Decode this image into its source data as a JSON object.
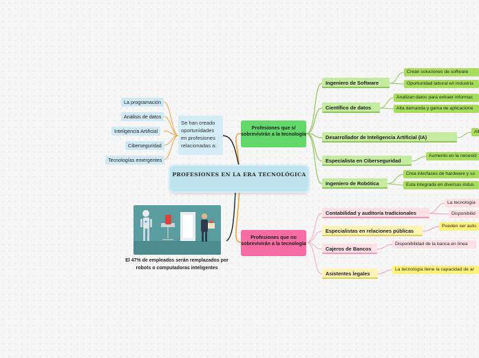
{
  "center": "PROFESIONES EN LA ERA TECNOLÓGICA",
  "opportunities": {
    "text": "Se han creado oportunidades en profesiones relacionadas a:",
    "items": [
      "La programación",
      "Análisis de datos",
      "Inteligencia Artificial",
      "Ciberseguridad",
      "Tecnologías emergentes"
    ]
  },
  "illustration": {
    "caption": "El 47% de empleados serán remplazados por robots o computadoras inteligentes"
  },
  "survive": {
    "title": "Profesiones que sí sobrevivirán a la tecnología",
    "children": [
      {
        "label": "Ingeniero de Software",
        "leaves": [
          "Crean soluciones de software",
          "Oportunidad laboral en industria"
        ]
      },
      {
        "label": "Científico de datos",
        "leaves": [
          "Analizan datos para extraer informac",
          "Alta demanda y gama de aplicacione"
        ]
      },
      {
        "label": "Desarrollador de Inteligencia Artificial (IA)",
        "leaves": [
          "Alt"
        ]
      },
      {
        "label": "Especialista en Ciberseguridad",
        "leaves": [
          "Aumento en la necesid"
        ]
      },
      {
        "label": "Ingeniero de Robótica",
        "leaves": [
          "Crea interfaces de hardware y so",
          "Esta integrada en diversas indus"
        ]
      }
    ]
  },
  "notsurvive": {
    "title": "Profesiones que no sobrevivirán a la tecnología",
    "children": [
      {
        "label": "Contabilidad y auditoría tradicionales",
        "leaves": [
          "La tecnología",
          "Disponibilid"
        ]
      },
      {
        "label": "Especialistas en relaciones públicas",
        "leaves": [
          "Pueden ser auto"
        ]
      },
      {
        "label": "Cajeros de Bancos",
        "leaves": [
          "Disponibilidad de la banca en línea"
        ]
      },
      {
        "label": "Asistentes legales",
        "leaves": [
          "La tecnología tiene la capacidad de ar"
        ]
      }
    ]
  },
  "colors": {
    "green": "#62d86a",
    "pink": "#f56da4",
    "center": "#bfe3ef",
    "link_green": "#8fc65a",
    "link_orange": "#f0a23a",
    "link_dark": "#222222",
    "link_yellow": "#e8c530",
    "link_pink": "#f29bb0"
  }
}
